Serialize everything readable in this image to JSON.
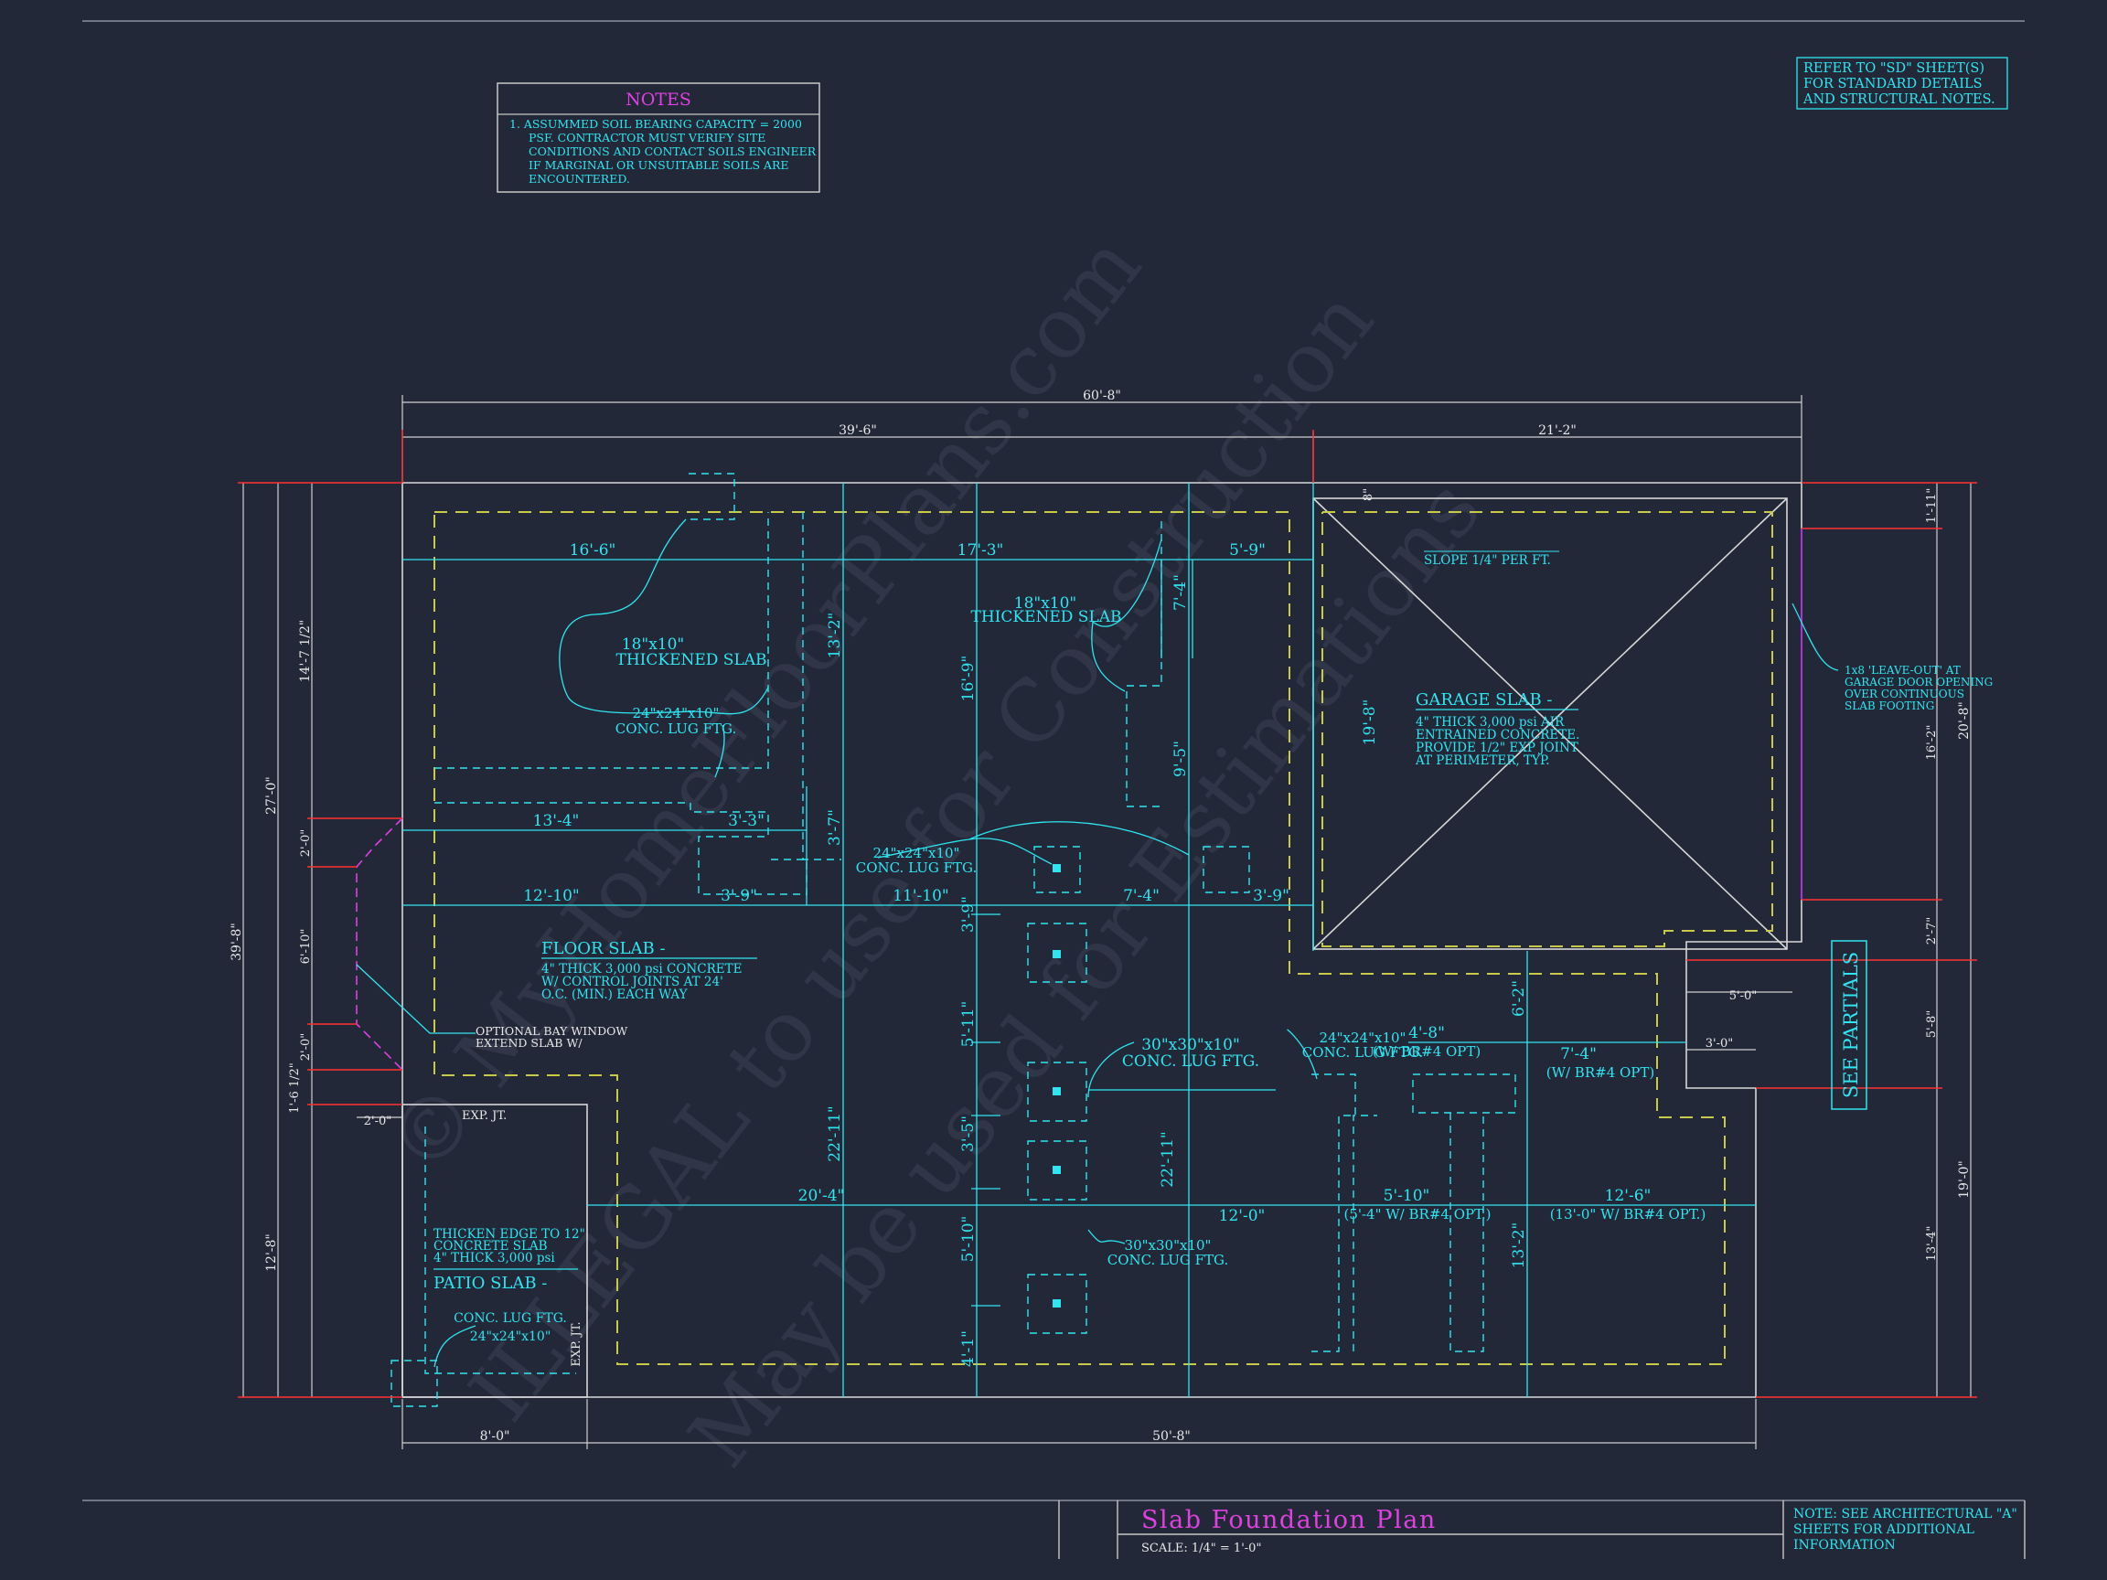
{
  "notes": {
    "title": "NOTES",
    "lines": [
      "1. ASSUMMED SOIL BEARING CAPACITY = 2000",
      "PSF.  CONTRACTOR MUST VERIFY SITE",
      "CONDITIONS AND CONTACT SOILS ENGINEER",
      "IF MARGINAL OR UNSUITABLE SOILS ARE",
      "ENCOUNTERED."
    ]
  },
  "refer_note": [
    "REFER TO \"SD\" SHEET(S)",
    "FOR STANDARD DETAILS",
    "AND STRUCTURAL NOTES."
  ],
  "title_block": {
    "title": "Slab Foundation Plan",
    "scale": "SCALE: 1/4\" = 1'-0\"",
    "note": [
      "NOTE: SEE ARCHITECTURAL \"A\"",
      "SHEETS FOR ADDITIONAL",
      "INFORMATION"
    ]
  },
  "watermark": [
    "© MyHomeFloorPlans.com",
    "ILLEGAL to use for Construction",
    "May be used for Estimations"
  ],
  "labels": {
    "thick_slab_1": [
      "18\"x10\"",
      "THICKENED SLAB"
    ],
    "lug_1": [
      "24\"x24\"x10\"",
      "CONC. LUG FTG."
    ],
    "thick_slab_2": [
      "18\"x10\"",
      "THICKENED SLAB"
    ],
    "lug_2": [
      "24\"x24\"x10\"",
      "CONC. LUG FTG."
    ],
    "floor_slab": [
      "FLOOR SLAB -",
      "4\" THICK 3,000 psi CONCRETE",
      "W/ CONTROL JOINTS AT 24'",
      "O.C. (MIN.) EACH WAY"
    ],
    "bay_window": [
      "OPTIONAL BAY WINDOW",
      "EXTEND SLAB W/"
    ],
    "lug_30_1": [
      "30\"x30\"x10\"",
      "CONC. LUG FTG."
    ],
    "lug_30_2": [
      "30\"x30\"x10\"",
      "CONC. LUG FTG."
    ],
    "lug_3": [
      "24\"x24\"x10\"",
      "CONC. LUG FTG."
    ],
    "garage_slab": [
      "GARAGE SLAB -",
      "4\" THICK 3,000 psi AIR",
      "ENTRAINED CONCRETE.",
      "PROVIDE 1/2\" EXP JOINT",
      "AT PERIMETER, TYP."
    ],
    "slope": "SLOPE 1/4\" PER FT.",
    "leave_out": [
      "1x8 'LEAVE-OUT' AT",
      "GARAGE DOOR OPENING",
      "OVER CONTINUOUS",
      "SLAB FOOTING"
    ],
    "see_partials": "SEE PARTIALS",
    "patio_slab": [
      "THICKEN EDGE TO 12\"",
      "CONCRETE SLAB",
      "4\" THICK 3,000 psi",
      "PATIO SLAB -"
    ],
    "patio_lug": [
      "CONC. LUG FTG.",
      "24\"x24\"x10\""
    ],
    "exp_jt_1": "EXP. JT.",
    "exp_jt_2": "EXP. JT.",
    "br_1": "(W/ BR#4 OPT)",
    "br_2": "(5'-4\" W/ BR#4 OPT.)",
    "br_3": "(13'-0\" W/ BR#4 OPT.)",
    "br_top": "(W/ BR#4 OPT)"
  },
  "dims": {
    "top_overall": "60'-8\"",
    "top_left": "39'-6\"",
    "top_right": "21'-2\"",
    "bottom_left": "8'-0\"",
    "bottom_right": "50'-8\"",
    "d_16_6": "16'-6\"",
    "d_17_3": "17'-3\"",
    "d_5_9": "5'-9\"",
    "d_13_4": "13'-4\"",
    "d_3_3": "3'-3\"",
    "d_12_10": "12'-10\"",
    "d_3_9a": "3'-9\"",
    "d_11_10": "11'-10\"",
    "d_7_4": "7'-4\"",
    "d_3_9b": "3'-9\"",
    "d_20_4": "20'-4\"",
    "d_12_0": "12'-0\"",
    "d_5_10h": "5'-10\"",
    "d_12_6": "12'-6\"",
    "d_4_8": "4'-8\"",
    "d_7_4b": "7'-4\"",
    "d_5_0": "5'-0\"",
    "d_3_0": "3'-0\"",
    "d_2_0h": "2'-0\"",
    "d_8in": "8\"",
    "v_39_8": "39'-8\"",
    "v_27_0": "27'-0\"",
    "v_12_8": "12'-8\"",
    "v_14_7": "14'-7 1/2\"",
    "v_2_0a": "2'-0\"",
    "v_6_10": "6'-10\"",
    "v_2_0b": "2'-0\"",
    "v_1_6": "1'-6 1/2\"",
    "v_13_2a": "13'-2\"",
    "v_3_7": "3'-7\"",
    "v_22_11a": "22'-11\"",
    "v_16_9": "16'-9\"",
    "v_3_9": "3'-9\"",
    "v_5_11": "5'-11\"",
    "v_3_5": "3'-5\"",
    "v_5_10": "5'-10\"",
    "v_4_1": "4'-1\"",
    "v_7_4": "7'-4\"",
    "v_9_5": "9'-5\"",
    "v_22_11b": "22'-11\"",
    "v_19_8": "19'-8\"",
    "v_6_2": "6'-2\"",
    "v_13_2b": "13'-2\"",
    "v_1_11": "1'-11\"",
    "v_16_2": "16'-2\"",
    "v_2_7": "2'-7\"",
    "v_5_8": "5'-8\"",
    "v_13_4": "13'-4\"",
    "v_20_8": "20'-8\"",
    "v_19_0": "19'-0\""
  }
}
